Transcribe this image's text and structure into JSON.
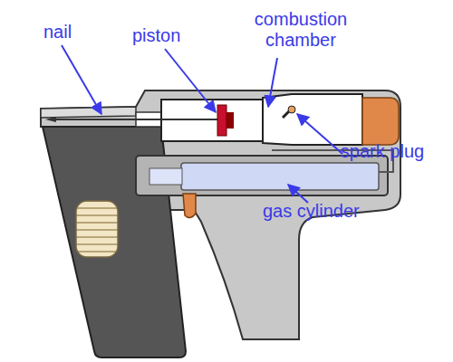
{
  "diagram": {
    "labels": [
      "nail",
      "piston",
      "combustion chamber",
      "spark plug",
      "gas cylinder"
    ]
  }
}
